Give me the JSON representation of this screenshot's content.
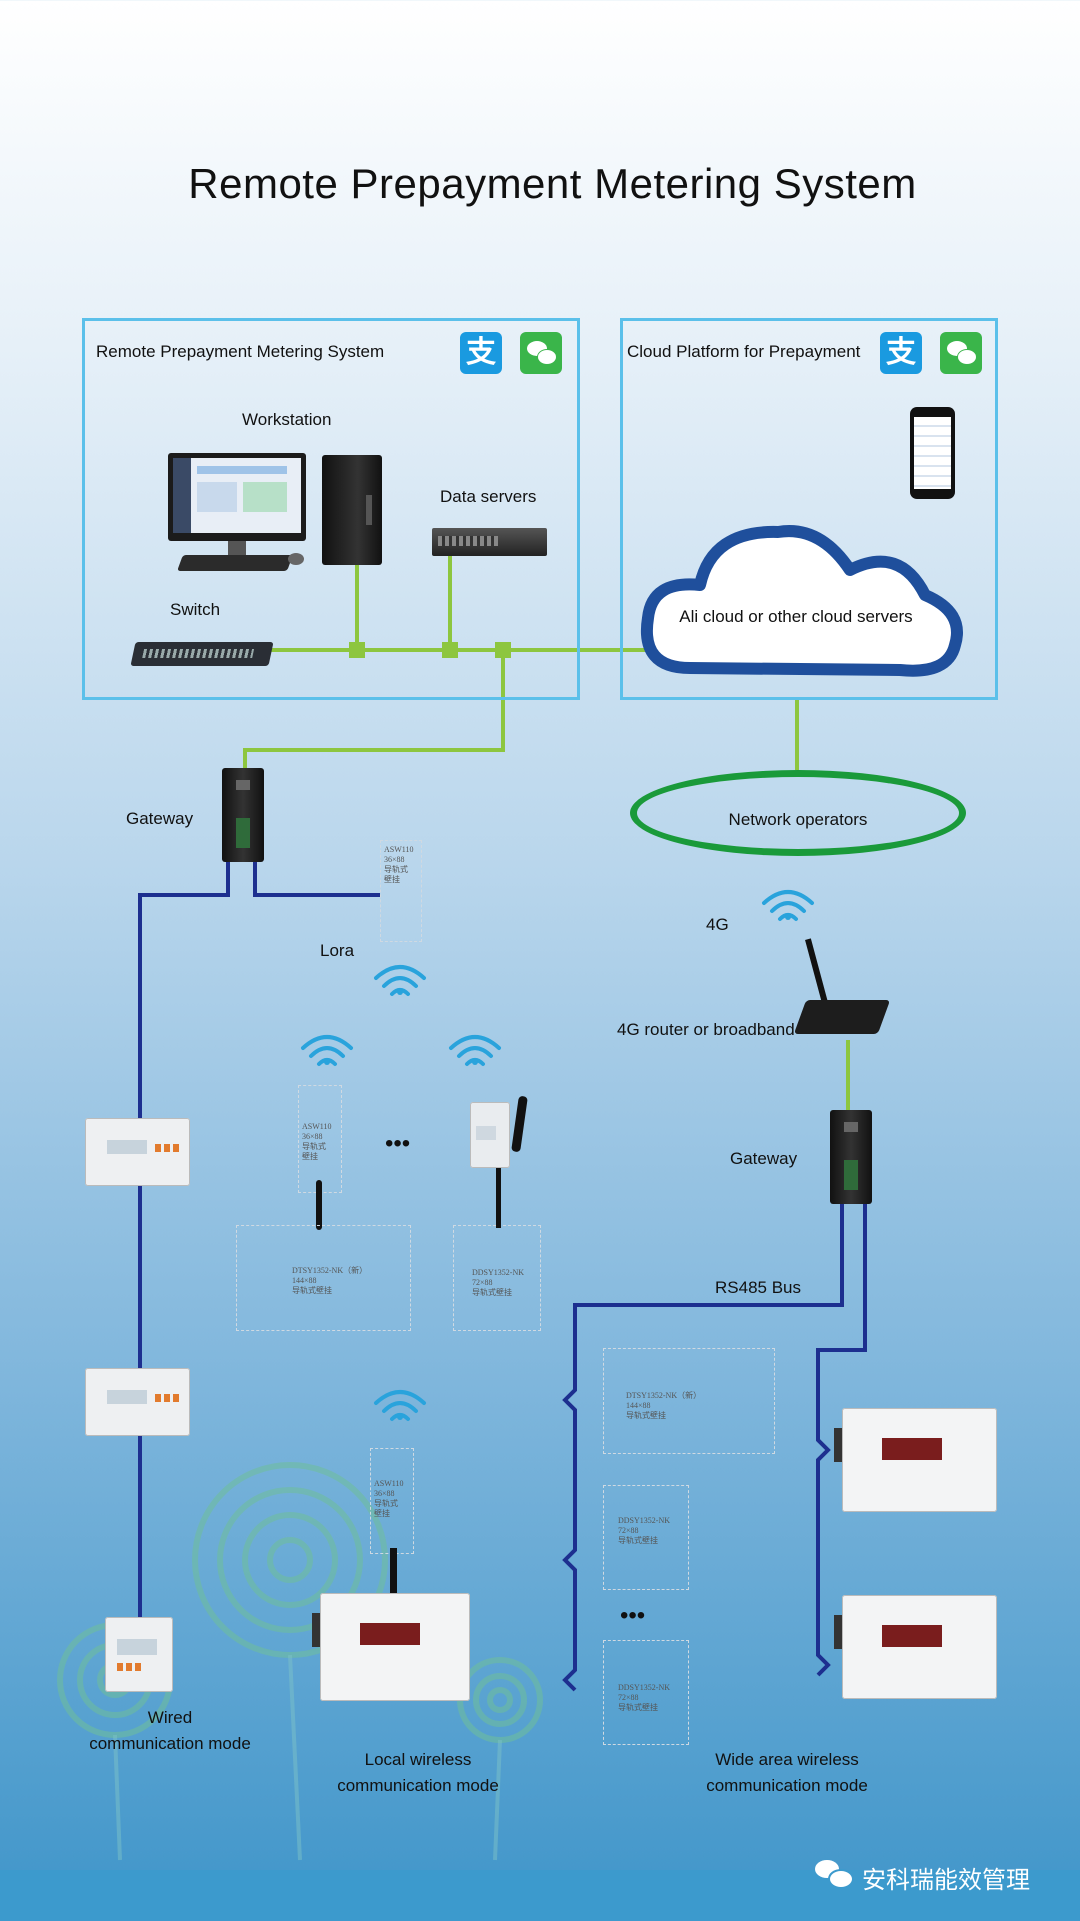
{
  "title": "Remote Prepayment Metering System",
  "left_box": {
    "label": "Remote Prepayment Metering System",
    "icons": [
      "alipay-icon",
      "wechat-icon"
    ]
  },
  "right_box": {
    "label": "Cloud Platform for Prepayment",
    "icons": [
      "alipay-icon",
      "wechat-icon"
    ]
  },
  "nodes": {
    "workstation": "Workstation",
    "data_servers": "Data servers",
    "switch": "Switch",
    "cloud": "Ali cloud or other cloud servers",
    "network_operators": "Network operators",
    "gateway_left": "Gateway",
    "lora": "Lora",
    "fourg": "4G",
    "router": "4G router or broadband",
    "gateway_right": "Gateway",
    "rs485": "RS485 Bus"
  },
  "device_tags": {
    "asw_top": "ASW110\n36×88\n导轨式\n壁挂",
    "asw_mid": "ASW110\n36×88\n导轨式\n壁挂",
    "dtsy_left": "DTSY1352-NK（新）\n144×88\n导轨式壁挂",
    "ddsy_left": "DDSY1352-NK\n72×88\n导轨式壁挂",
    "asw_bottom": "ASW110\n36×88\n导轨式\n壁挂",
    "dtsy_right": "DTSY1352-NK（新）\n144×88\n导轨式壁挂",
    "ddsy_right1": "DDSY1352-NK\n72×88\n导轨式壁挂",
    "ddsy_right2": "DDSY1352-NK\n72×88\n导轨式壁挂"
  },
  "modes": {
    "wired": "Wired\ncommunication mode",
    "local": "Local wireless\ncommunication mode",
    "wide": "Wide area wireless\ncommunication mode"
  },
  "ellipsis": "•••",
  "watermark": "安科瑞能效管理",
  "colors": {
    "box_border": "#5bc0ea",
    "ethernet": "#8dc63f",
    "bus": "#1d2f8f",
    "wifi": "#29a3dc",
    "operator_ring": "#1a9a3a",
    "cloud_border": "#1f4f9c"
  }
}
